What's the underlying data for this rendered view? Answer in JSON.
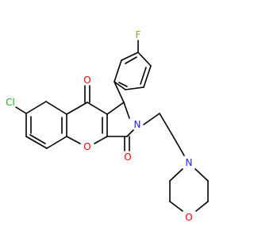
{
  "atoms": {
    "chlorine": {
      "label": "Cl",
      "color": "#22aa22"
    },
    "fluorine": {
      "label": "F",
      "color": "#88aa22"
    },
    "ketone_oxygen_top": {
      "label": "O",
      "color": "#ee0000"
    },
    "ring_oxygen": {
      "label": "O",
      "color": "#ee0000"
    },
    "lactam_oxygen": {
      "label": "O",
      "color": "#ee0000"
    },
    "pyrrole_nitrogen": {
      "label": "N",
      "color": "#2222ee"
    },
    "morpholine_nitrogen": {
      "label": "N",
      "color": "#2222ee"
    },
    "morpholine_oxygen": {
      "label": "O",
      "color": "#ee0000"
    }
  },
  "colors": {
    "bond": "#000000",
    "background": "#ffffff"
  }
}
